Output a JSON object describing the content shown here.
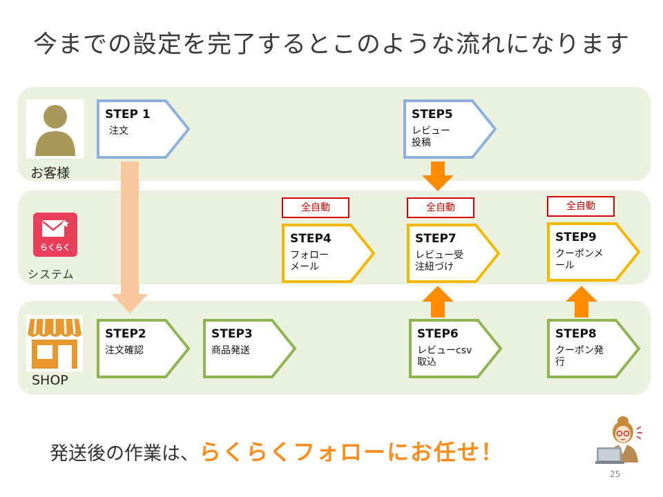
{
  "title": "今までの設定を完了するとこのような流れになります",
  "lanes": {
    "customer": {
      "label": "お客様",
      "icon": "person-icon"
    },
    "system": {
      "label": "システム",
      "icon": "rakuraku-mail-icon",
      "icon_text": "らくらく"
    },
    "shop": {
      "label": "SHOP",
      "icon": "shop-icon"
    }
  },
  "colors": {
    "customer_step": "#8eb0dd",
    "system_step": "#f5b800",
    "shop_step": "#8fb452",
    "lane_bg": "#eaf1de",
    "auto_border": "#d60000",
    "orange_arrow": "#ff8c00",
    "peach_arrow": "#f9c79c"
  },
  "steps": {
    "s1": {
      "title": "STEP 1",
      "desc": "注文"
    },
    "s2": {
      "title": "STEP2",
      "desc": "注文確認"
    },
    "s3": {
      "title": "STEP3",
      "desc": "商品発送"
    },
    "s4": {
      "title": "STEP4",
      "desc": "フォロー\nメール"
    },
    "s5": {
      "title": "STEP5",
      "desc": "レビュー\n投稿"
    },
    "s6": {
      "title": "STEP6",
      "desc": "レビューcsv\n取込"
    },
    "s7": {
      "title": "STEP7",
      "desc": "レビュー受\n注紐づけ"
    },
    "s8": {
      "title": "STEP8",
      "desc": "クーポン発\n行"
    },
    "s9": {
      "title": "STEP9",
      "desc": "クーポンメ\nール"
    }
  },
  "auto_badge": "全自動",
  "bottom": {
    "prefix": "発送後の作業は、",
    "highlight": "らくらくフォローにお任せ！"
  },
  "page_number": "25"
}
